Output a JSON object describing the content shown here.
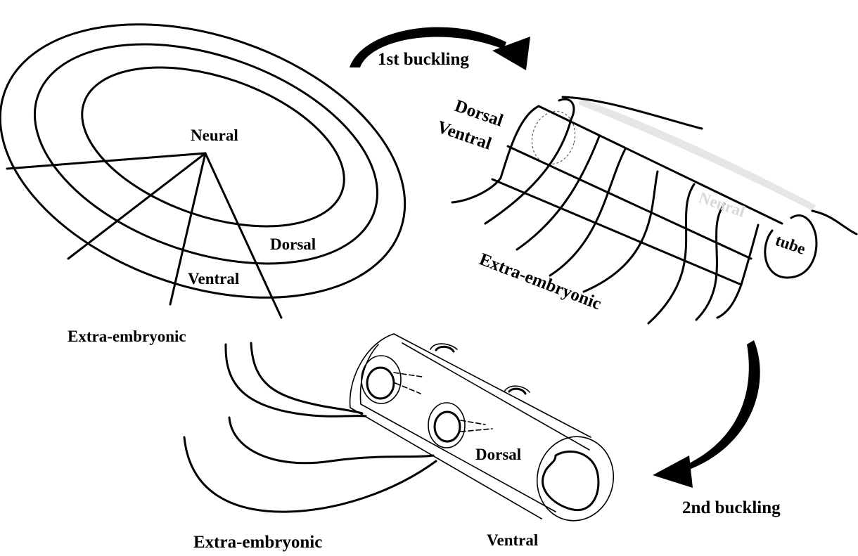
{
  "labels": {
    "disc_neural": "Neural",
    "disc_dorsal": "Dorsal",
    "disc_ventral": "Ventral",
    "disc_extra": "Extra-embryonic",
    "first_buckling": "1st buckling",
    "sheet_dorsal": "Dorsal",
    "sheet_ventral": "Ventral",
    "sheet_neural": "Neural",
    "sheet_tube": "tube",
    "sheet_extra": "Extra-embryonic",
    "second_buckling": "2nd buckling",
    "tube_dorsal": "Dorsal",
    "tube_ventral": "Ventral",
    "tube_extra": "Extra-embryonic"
  },
  "colors": {
    "ink": "#000000",
    "faded_label": "#d9d9d9",
    "tube_highlight": "#e6e6e6",
    "background": "#ffffff"
  }
}
